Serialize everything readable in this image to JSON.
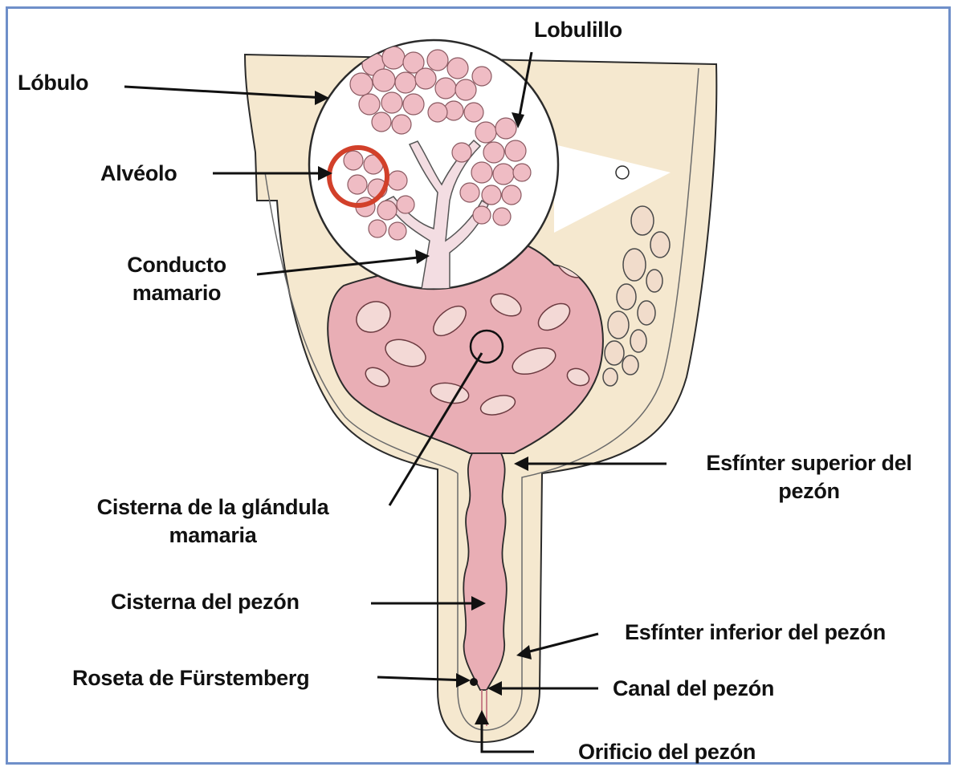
{
  "labels": {
    "lobulillo": "Lobulillo",
    "lobulo": "Lóbulo",
    "alveolo": "Alvéolo",
    "conducto_line1": "Conducto",
    "conducto_line2": "mamario",
    "esfinter_sup_line1": "Esfínter superior del",
    "esfinter_sup_line2": "pezón",
    "cisterna_glandula_line1": "Cisterna de la glándula",
    "cisterna_glandula_line2": "mamaria",
    "cisterna_pezon": "Cisterna del pezón",
    "esfinter_inf": "Esfínter inferior del pezón",
    "roseta": "Roseta de Fürstemberg",
    "canal": "Canal del pezón",
    "orificio": "Orificio del pezón"
  },
  "colors": {
    "frame": "#6f8fc9",
    "skin": "#f5e8cf",
    "gland": "#e9aeb5",
    "gland_dark": "#c98289",
    "alveoli": "#efbcc4",
    "highlight_ring": "#d2402a",
    "outline": "#2b2b2b"
  }
}
